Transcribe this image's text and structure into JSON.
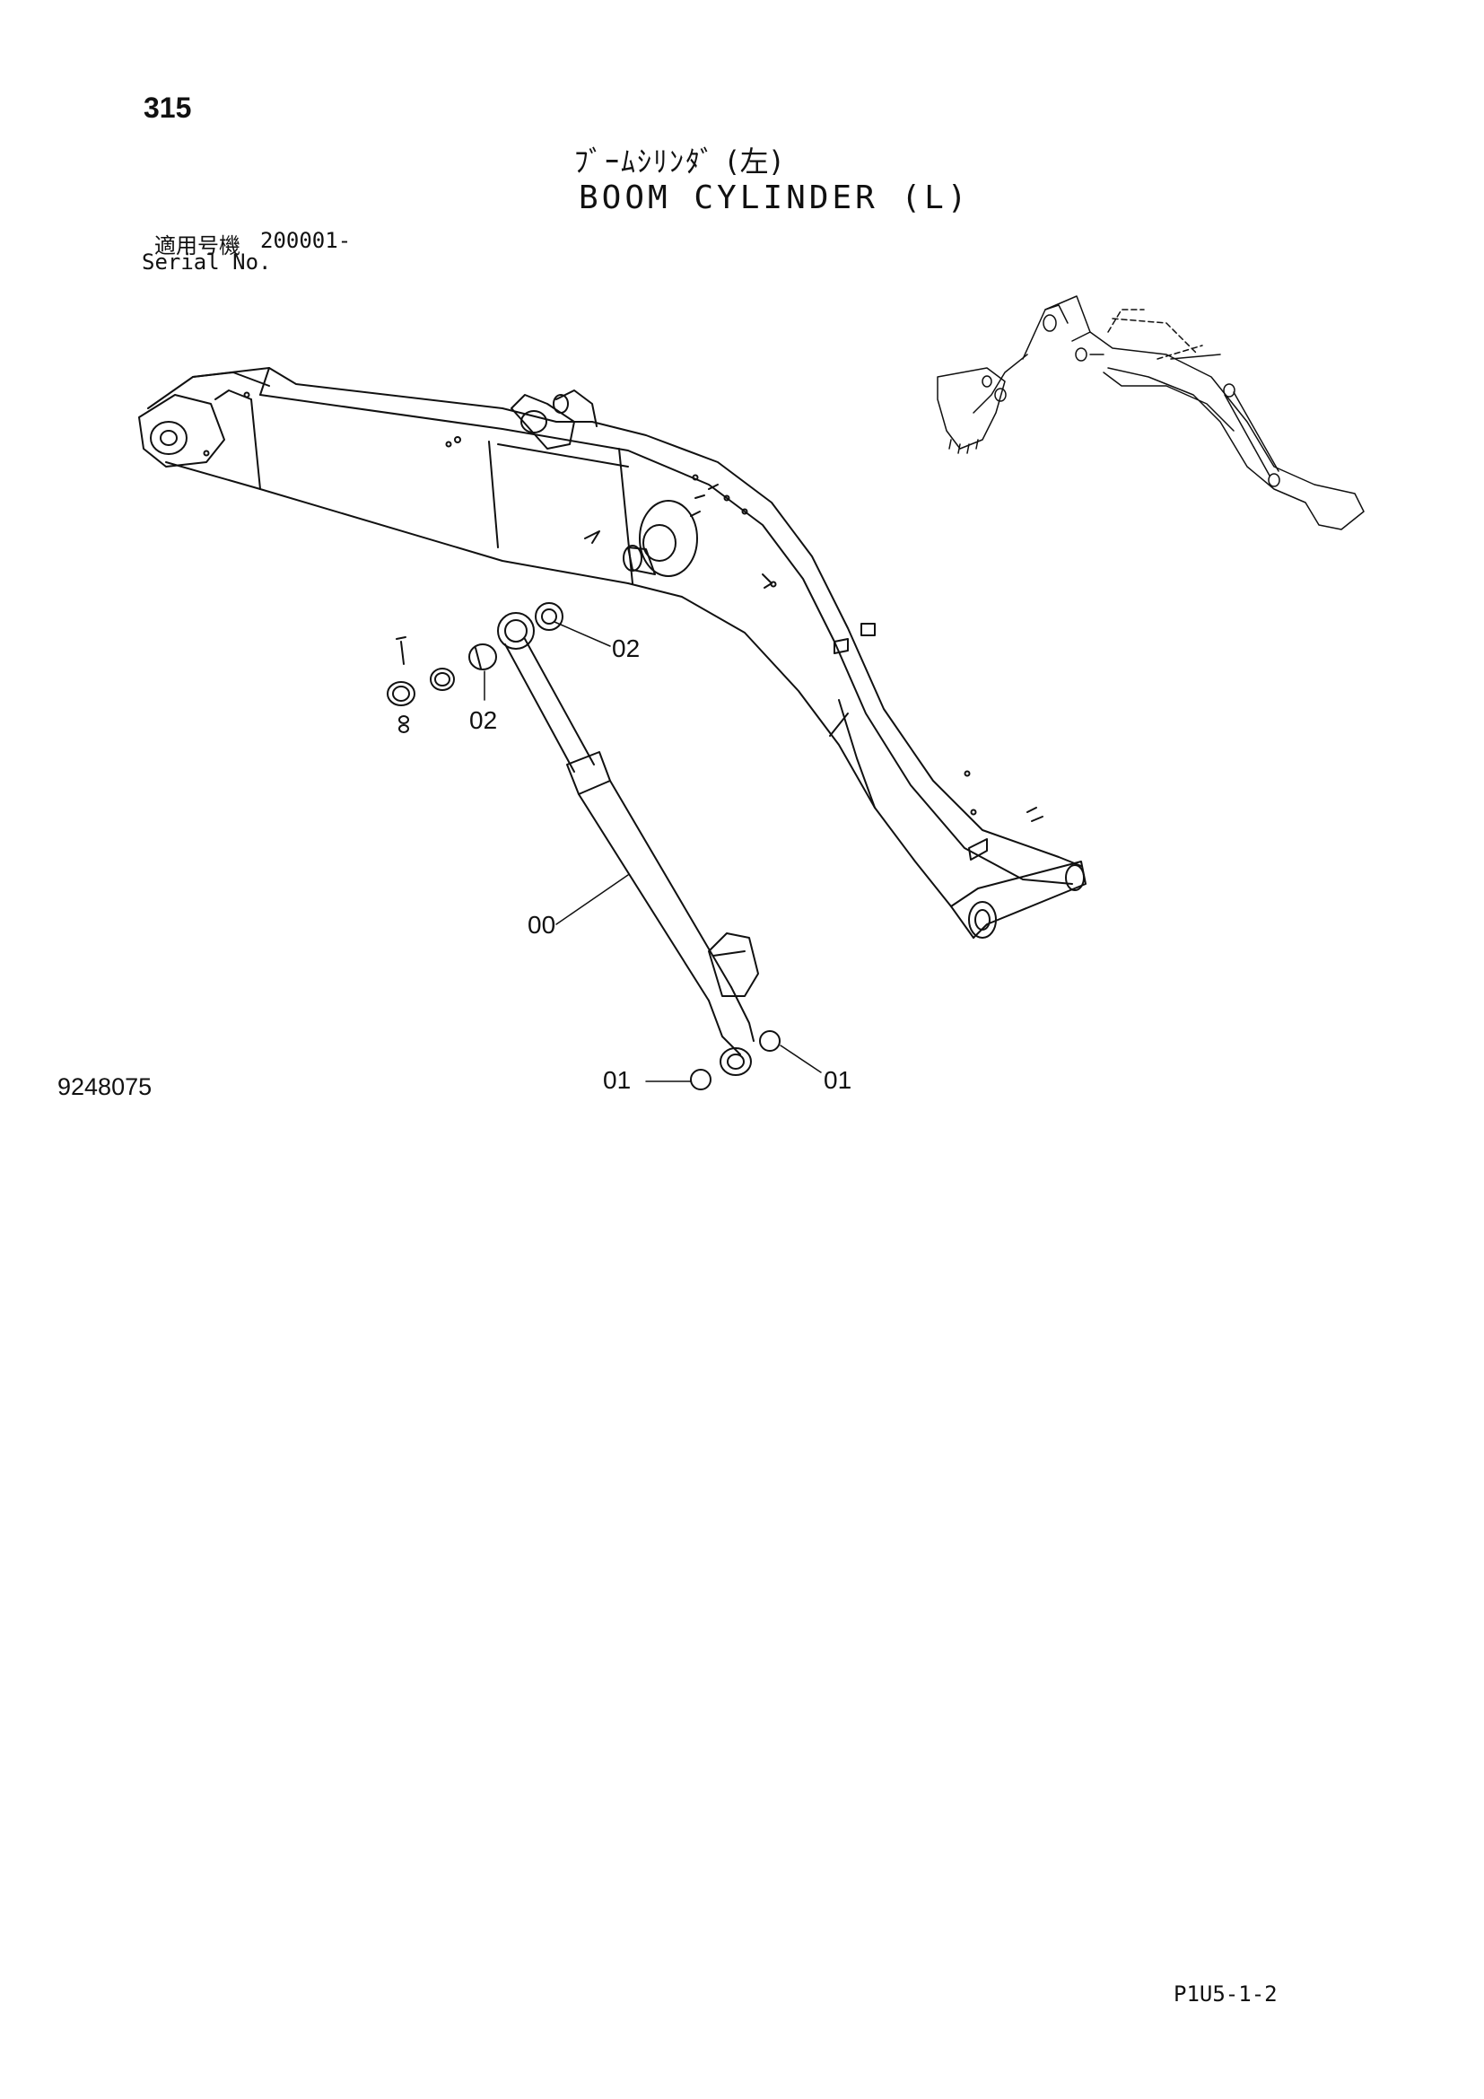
{
  "header": {
    "page_number": "315",
    "title_jp": "ﾌﾞｰﾑｼﾘﾝﾀﾞ (左)",
    "title_en": "BOOM CYLINDER (L)"
  },
  "serial": {
    "label_jp": "適用号機",
    "value": "200001-",
    "label_en": "Serial No."
  },
  "diagram": {
    "callouts": [
      "02",
      "02",
      "00",
      "01",
      "01"
    ]
  },
  "footer": {
    "figure_id": "9248075",
    "page_code": "P1U5-1-2"
  }
}
